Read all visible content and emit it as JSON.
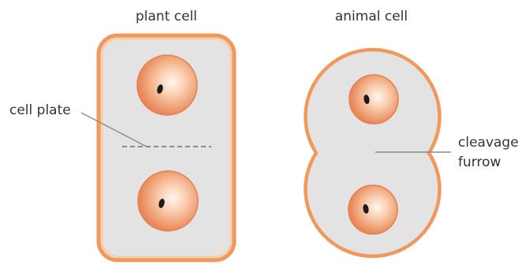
{
  "titles": {
    "plant": "plant cell",
    "animal": "animal cell"
  },
  "labels": {
    "cell_plate": "cell plate",
    "cleavage_line1": "cleavage",
    "cleavage_line2": "furrow"
  },
  "colors": {
    "membrane_orange": "#ef9a5c",
    "membrane_inner": "#f6c9a5",
    "cytoplasm_gray": "#e3e3e3",
    "nucleus_outer": "#e9875a",
    "nucleus_inner": "#fde7d8",
    "nucleolus": "#1b1b1b",
    "leader_gray": "#8a8a8a"
  }
}
